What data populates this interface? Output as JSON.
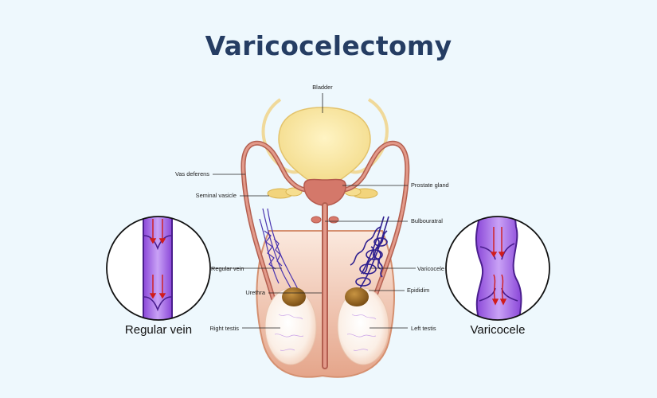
{
  "title": "Varicocelectomy",
  "labels": {
    "bladder": "Bladder",
    "vas_deferens": "Vas  deferens",
    "seminal_vesicle": "Seminal  vasicle",
    "prostate_gland": "Prostate  gland",
    "bulbouratral": "Bulbouratral",
    "regular_vein_label": "Regular  vein",
    "varicocele_label": "Varicocele",
    "urethra": "Urethra",
    "epididim": "Epididim",
    "right_testis": "Right  testis",
    "left_testis": "Left  testis"
  },
  "captions": {
    "regular_vein": "Regular vein",
    "varicocele": "Varicocele"
  },
  "colors": {
    "title": "#253d63",
    "background": "#eef8fd",
    "vein_purple": "#8a4ee0",
    "arrow_red": "#d01c1c",
    "bladder_yellow": "#f9e6a0",
    "prostate": "#d87a6c",
    "testis": "#fbf2ea",
    "epididymis": "#9c6a25",
    "vein_network": "#3a2a9a"
  },
  "icons": [
    "regular-vein-inset-icon",
    "varicocele-inset-icon"
  ]
}
